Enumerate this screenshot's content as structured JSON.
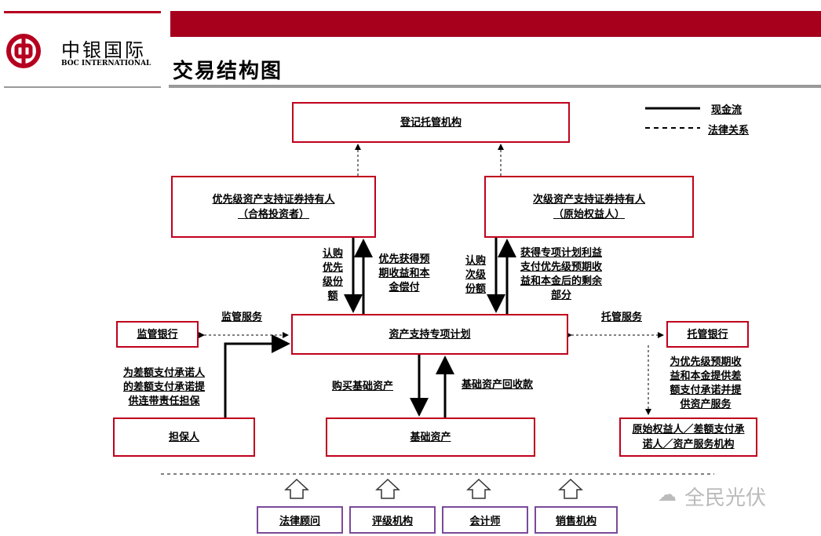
{
  "header": {
    "logo_cn": "中银国际",
    "logo_en": "BOC INTERNATIONAL",
    "title": "交易结构图",
    "brand_color": "#a6001c"
  },
  "legend": {
    "cash_flow": "现金流",
    "legal_relation": "法律关系"
  },
  "boxes": {
    "registry": "登记托管机构",
    "senior_holder": "优先级资产支持证券持有人\n（合格投资者）",
    "sub_holder": "次级资产支持证券持有人\n（原始权益人）",
    "plan": "资产支持专项计划",
    "supervision_bank": "监管银行",
    "custody_bank": "托管银行",
    "guarantor": "担保人",
    "underlying_assets": "基础资产",
    "originator": "原始权益人／差额支付承\n诺人／资产服务机构"
  },
  "labels": {
    "subscribe_senior": "认购\n优先\n级份\n额",
    "senior_payment": "优先获得预\n期收益和本\n金偿付",
    "subscribe_sub": "认购\n次级\n份额",
    "sub_payment": "获得专项计划利益\n支付优先级预期收\n益和本金后的剩余\n部分",
    "supervision_service": "监管服务",
    "custody_service": "托管服务",
    "guarantee": "为差额支付承诺人\n的差额支付承诺提\n供连带责任担保",
    "buy_assets": "购买基础资产",
    "asset_collection": "基础资产回收款",
    "originator_service": "为优先级预期收\n益和本金提供差\n额支付承诺并提\n供资产服务"
  },
  "advisors": [
    "法律顾问",
    "评级机构",
    "会计师",
    "销售机构"
  ],
  "watermark": "全民光伏"
}
